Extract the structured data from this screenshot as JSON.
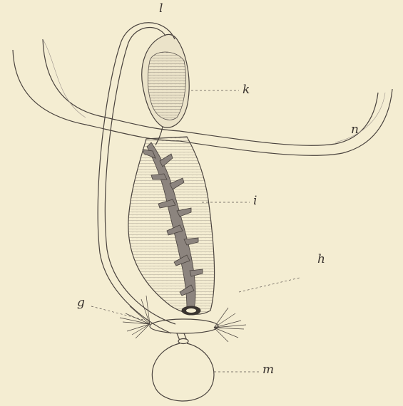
{
  "figure": {
    "background_color": "#f4edd2",
    "ink_color": "#3a3430",
    "labels": {
      "l": "l",
      "k": "k",
      "n": "n",
      "i": "i",
      "h": "h",
      "g": "g",
      "m": "m"
    }
  }
}
